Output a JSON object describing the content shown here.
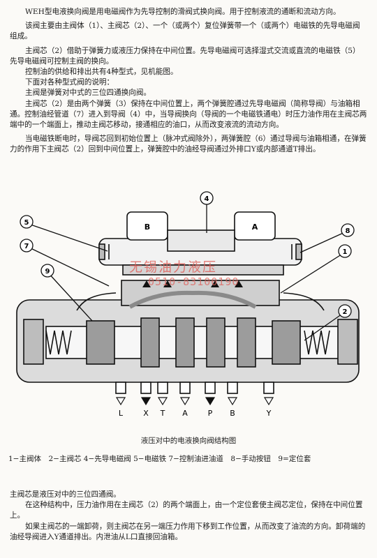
{
  "top_paragraphs": [
    "WEH型电液换向阀是用电磁阀作为先导控制的滑阀式换向阀。用于控制液流的通断和流动方向。",
    "该阀主要由主阀体（1）、主阀芯（2）、一个（或两个）复位弹簧带一个（或两个）电磁铁的先导电磁阀组成。",
    "主阀芯（2）借助于弹簧力或液压力保持在中间位置。先导电磁阀可选择湿式交流或直流的电磁铁（5）先导电磁阀可控制主阀的换向。",
    "控制油的供给和排出共有4种型式，见机能图。",
    "下面对各种型式阀的说明：",
    "主阀是弹簧对中式的三位四通换向阀。",
    "主阀芯（2）是由两个弹簧（3）保持在中间位置上，两个弹簧腔通过先导电磁阀（简称导阀）与油箱相通。控制油经管道（7）进入到导阀（4）中，当导阀换向（导阀的一个电磁铁通电）时压力油作用在主阀芯两端中的一个端面上，推动主阀芯移动，接通相应的油口，从而改变液流的流动方向。",
    "当电磁铁断电时，导阀芯回到初始位置上（脉冲式阀除外），两弹簧腔（6）通过导阀与油箱相通，在弹簧力的作用下主阀芯（2）回到中间位置上，弹簧腔中的油经导阀通过外排口Y或内部通道T排出。"
  ],
  "figure": {
    "callouts": [
      "5",
      "4",
      "8",
      "7",
      "1",
      "9",
      "2"
    ],
    "solenoid_left": "B",
    "solenoid_right": "A",
    "ports": [
      "L",
      "X",
      "T",
      "A",
      "P",
      "B",
      "Y"
    ],
    "watermark_name": "无锡油力液压",
    "watermark_phone": "0510-83100190"
  },
  "caption": "液压对中的电液换向阀结构图",
  "legend": "1−主阀体　2−主阀芯 4−先导电磁阀 5−电磁铁 7−控制油进油道　8−手动按钮　9=定位套",
  "bottom_paragraphs": [
    "主阀芯是液压对中的三位四通阀。",
    "在这种结构中，压力油作用在主阀芯（2）的两个端面上，由一个定位套使主阀芯定位，保持在中间位置上。",
    "如果主阀芯的一端卸荷，则主阀芯在另一端压力作用下移到工作位置，从而改变了油流的方向。卸荷端的油经导阀进入Y通道排出。内泄油从L口直接回油箱。"
  ]
}
